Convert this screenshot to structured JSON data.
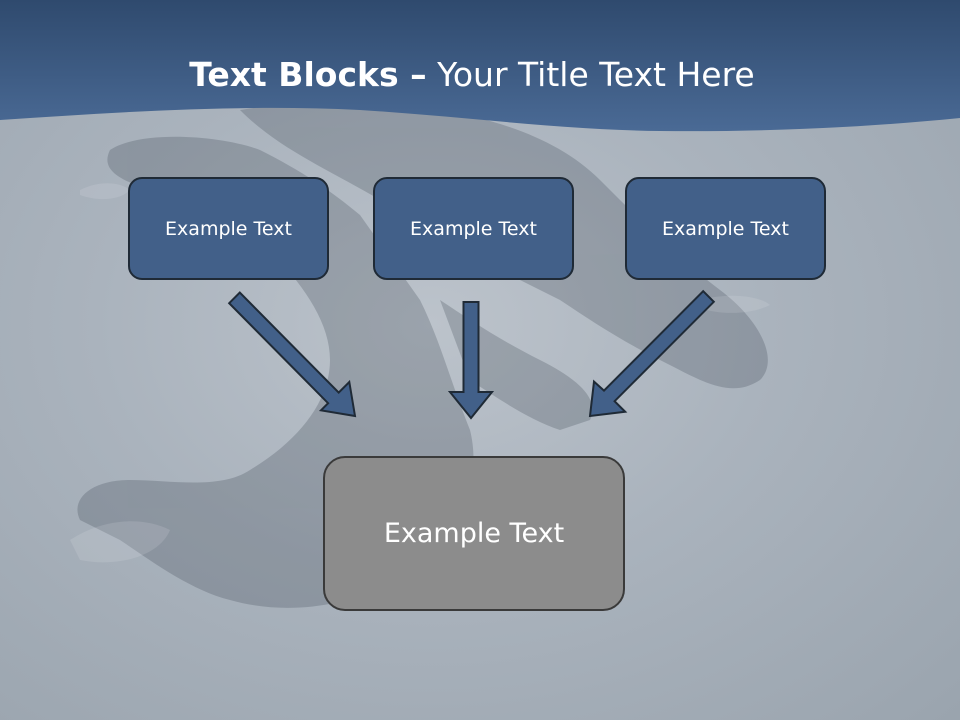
{
  "title": {
    "bold": "Text Blocks",
    "dash": " –",
    "rest": " Your Title Text Here"
  },
  "boxes": [
    {
      "label": "Example Text"
    },
    {
      "label": "Example Text"
    },
    {
      "label": "Example Text"
    }
  ],
  "result": {
    "label": "Example Text"
  },
  "colors": {
    "header": "#3f5f8a",
    "box_fill": "#426089",
    "box_border": "#1f2a36",
    "arrow_fill": "#426089",
    "result_fill": "#8c8c8c"
  }
}
